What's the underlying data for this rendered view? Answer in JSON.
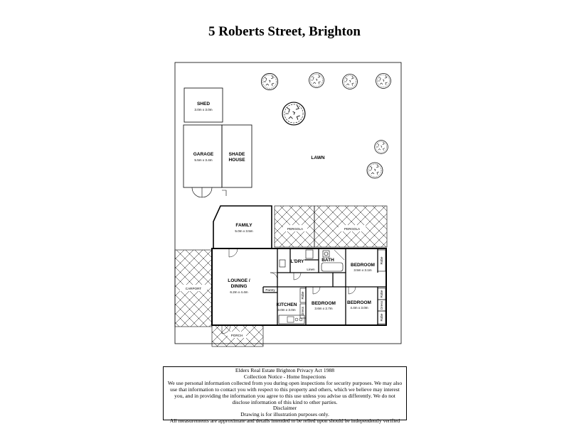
{
  "title": "5 Roberts Street, Brighton",
  "rooms": {
    "shed": {
      "name": "SHED",
      "dims": "3.0m x 3.0m"
    },
    "garage": {
      "name": "GARAGE",
      "dims": "5.5m x 3.4m"
    },
    "shade": {
      "name1": "SHADE",
      "name2": "HOUSE"
    },
    "lawn": {
      "name": "LAWN"
    },
    "family": {
      "name": "FAMILY",
      "dims": "5.0m x 3.5m"
    },
    "pergola1": {
      "name": "PERGOLA"
    },
    "pergola2": {
      "name": "PERGOLA"
    },
    "carport": {
      "name": "CARPORT"
    },
    "lounge": {
      "name1": "LOUNGE /",
      "name2": "DINING",
      "dims": "6.2m x 4.4m"
    },
    "kitchen": {
      "name": "KITCHEN",
      "dims": "3.0m x 3.0m"
    },
    "pantry": {
      "name": "Pantry"
    },
    "ldry": {
      "name": "L'DRY"
    },
    "linen": {
      "name": "Linen"
    },
    "bath": {
      "name": "BATH"
    },
    "bed1": {
      "name": "BEDROOM",
      "dims": "3.5m x 3.1m"
    },
    "bed2": {
      "name": "BEDROOM",
      "dims": "3.6m x 2.7m"
    },
    "bed3": {
      "name": "BEDROOM",
      "dims": "4.4m x 3.0m"
    },
    "robe": "Robe",
    "dress": "Dress",
    "porch": {
      "name": "PORCH"
    }
  },
  "notice": {
    "lines": [
      "Elders Real Estate Brighton Privacy Act 1988",
      "Collection Notice - Home Inspections",
      "We use personal information collected from you during open inspections for security purposes.  We may also",
      "use that information to contact you with respect to this property and others, which we believe may interest",
      "you, and in providing the information you agree to this use unless you advise us differently.  We do not",
      "disclose information of this kind to other parties.",
      "Disclaimer",
      "Drawing is for illustration purposes only.",
      "All measurements are approximate and details intended to be relied upon should be independently verified"
    ]
  }
}
